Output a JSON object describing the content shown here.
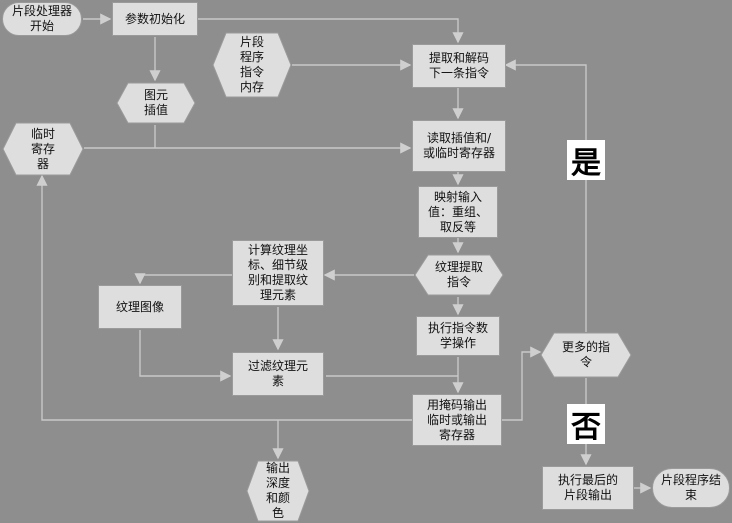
{
  "nodes": {
    "start": "片段处理器\n开始",
    "param_init": "参数初始化",
    "program_memory": "片段\n程序\n指令\n内存",
    "fetch_decode": "提取和解码\n下一条指令",
    "primitive_interp": "图元\n插值",
    "temp_registers": "临时\n寄存\n器",
    "read_interp": "读取插值和/\n或临时寄存器",
    "map_input": "映射输入\n值：重组、\n取反等",
    "texture_fetch": "纹理提取\n指令",
    "compute_texcoord": "计算纹理坐\n标、细节级\n别和提取纹\n理元素",
    "texture_image": "纹理图像",
    "execute_math": "执行指令数\n学操作",
    "more_instructions": "更多的指\n令",
    "filter_texels": "过滤纹理元\n素",
    "write_output": "用掩码输出\n临时或输出\n寄存器",
    "output_depth_color": "输出\n深度\n和颜\n色",
    "final_output": "执行最后的\n片段输出",
    "program_end": "片段程序结\n束"
  },
  "labels": {
    "yes": "是",
    "no": "否"
  },
  "colors": {
    "background": "#8e8e8e",
    "box": "#dedede",
    "line": "#c8c8c8",
    "label_bg": "#ffffff"
  }
}
